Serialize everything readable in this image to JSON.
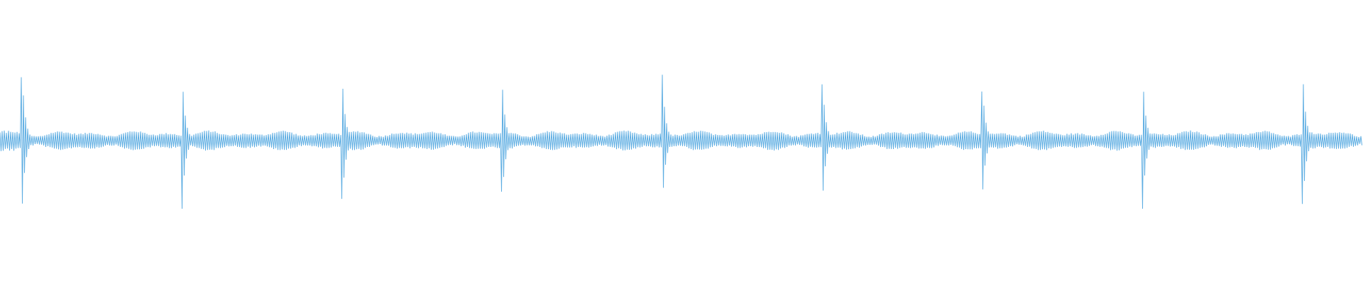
{
  "waveform": {
    "color": "#5dade2",
    "background": "#ffffff",
    "transient_count": 9,
    "baseline_amplitude": 0.07,
    "peak_amplitudes": [
      0.62,
      0.6,
      0.57,
      0.5,
      0.58,
      0.55,
      0.48,
      0.6,
      0.62
    ]
  }
}
